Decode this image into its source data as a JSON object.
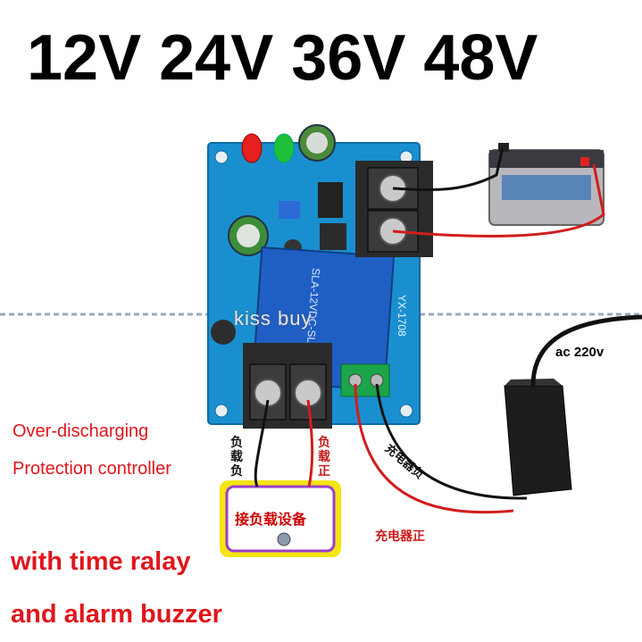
{
  "title": "12V 24V 36V 48V",
  "labels": {
    "over_discharging": "Over-discharging",
    "protection_controller": "Protection controller",
    "with_time_relay": "with time ralay",
    "alarm_buzzer": "and alarm buzzer",
    "load_negative": "负载负",
    "load_positive": "负载正",
    "charger_negative": "充电器负",
    "charger_positive": "充电器正",
    "load_device": "接负载设备",
    "ac_input": "ac 220v",
    "watermark": "kiss  buy",
    "relay_model": "SLA-12VDC-SL-C",
    "board_model": "YX-1708"
  },
  "colors": {
    "pcb": "#1a8fcf",
    "relay": "#1f5fc4",
    "label_red": "#e0161c",
    "wire_black": "#111111",
    "wire_red": "#d21d1d",
    "box_yellow": "#f4e410",
    "box_purple": "#9b3fc8"
  }
}
